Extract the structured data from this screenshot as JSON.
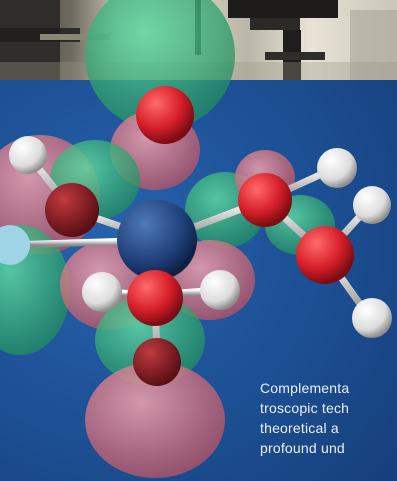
{
  "figure": {
    "photo": {
      "subject-icon": "lab-optics-photo"
    },
    "molecule": {
      "subject-icon": "molecular-orbital-model"
    },
    "text_lines": [
      "Complementa",
      "troscopic tech",
      "theoretical a",
      "profound und"
    ]
  },
  "colors": {
    "background": "#1c4f93",
    "lobe_green": "#2fb17a",
    "lobe_pink": "#e07a8a",
    "oxygen_red": "#d8202a",
    "hydrogen_white": "#f1f1f1",
    "metal_blue": "#1f3f78"
  }
}
